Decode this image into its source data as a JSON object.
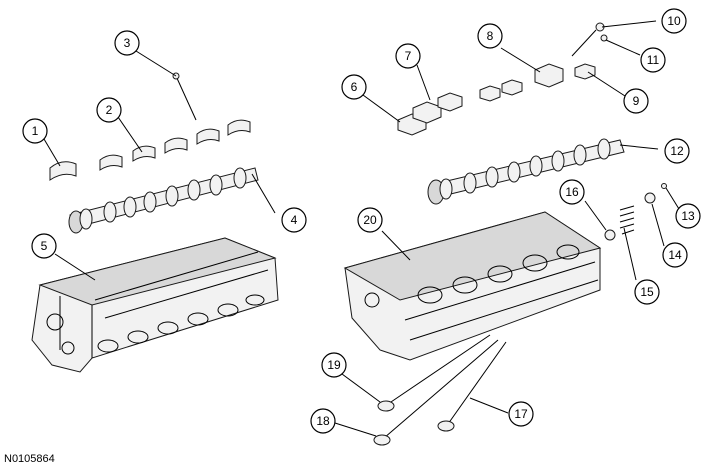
{
  "figure_id": "N0105864",
  "callouts": [
    {
      "label": "1"
    },
    {
      "label": "2"
    },
    {
      "label": "3"
    },
    {
      "label": "4"
    },
    {
      "label": "5"
    },
    {
      "label": "6"
    },
    {
      "label": "7"
    },
    {
      "label": "8"
    },
    {
      "label": "9"
    },
    {
      "label": "10"
    },
    {
      "label": "11"
    },
    {
      "label": "12"
    },
    {
      "label": "13"
    },
    {
      "label": "14"
    },
    {
      "label": "15"
    },
    {
      "label": "16"
    },
    {
      "label": "17"
    },
    {
      "label": "18"
    },
    {
      "label": "19"
    },
    {
      "label": "20"
    }
  ]
}
